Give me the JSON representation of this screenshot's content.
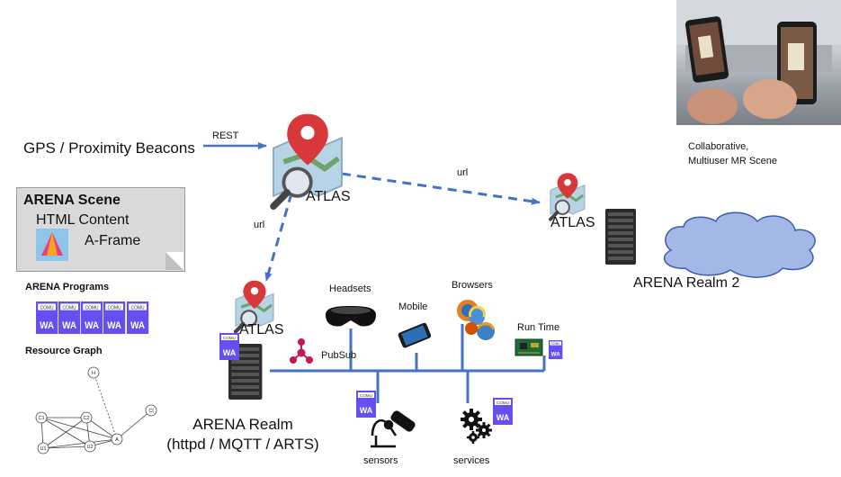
{
  "labels": {
    "gps": "GPS / Proximity Beacons",
    "rest": "REST",
    "atlas_main": "ATLAS",
    "url_right": "url",
    "url_down": "url",
    "atlas_right": "ATLAS",
    "atlas_local": "ATLAS",
    "realm2": "ARENA Realm 2",
    "collab_line1": "Collaborative,",
    "collab_line2": "Multiuser MR Scene",
    "pubsub": "PubSub",
    "headsets": "Headsets",
    "mobile": "Mobile",
    "browsers": "Browsers",
    "runtime": "Run Time",
    "sensors": "sensors",
    "services": "services",
    "realm_line1": "ARENA Realm",
    "realm_line2": "(httpd / MQTT / ARTS)",
    "programs": "ARENA Programs",
    "resource_graph": "Resource Graph"
  },
  "scene_box": {
    "title": "ARENA Scene",
    "line1": "HTML Content",
    "line2": "A-Frame"
  },
  "wa_badge": {
    "top": "COMU",
    "bottom": "WA"
  },
  "graph_nodes": [
    "H",
    "Cl",
    "C1",
    "C2",
    "U1",
    "U2",
    "A"
  ],
  "colors": {
    "arrow_blue": "#4472c4",
    "wa_purple": "#654ff0",
    "pin_red": "#d9383a",
    "cloud_blue": "#a4b8e6",
    "pubsub_magenta": "#c2185b"
  },
  "icons": [
    "map-pin-icon",
    "magnifier-icon",
    "server-rack-icon",
    "vr-headset-icon",
    "smartphone-icon",
    "browser-logos-icon",
    "circuit-board-icon",
    "sensor-camera-icon",
    "gears-icon",
    "pubsub-icon",
    "aframe-logo-icon",
    "cloud-icon"
  ]
}
